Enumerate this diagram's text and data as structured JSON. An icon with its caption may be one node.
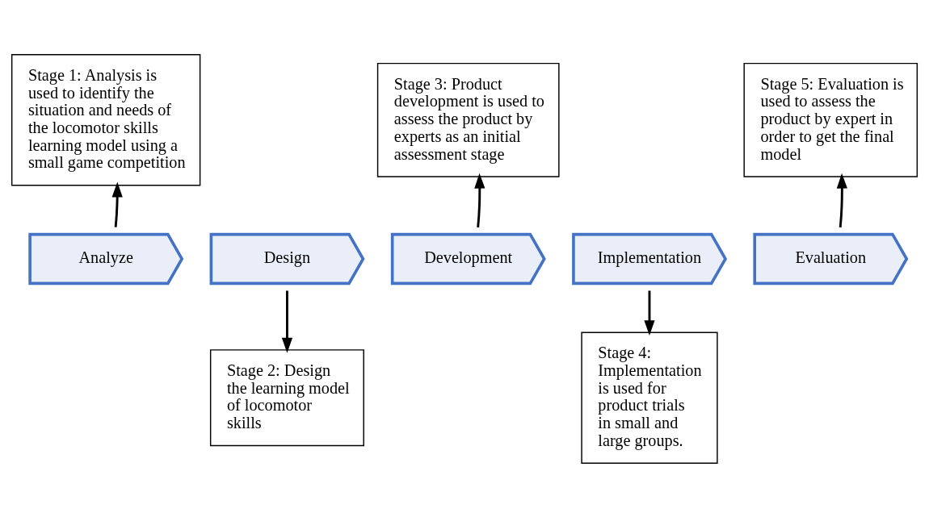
{
  "diagram": {
    "nodes": [
      {
        "text": [
          "Stage 1: Analysis is used to identify the situation and needs of the locomotor skills learning model using a small game competition"
        ]
      },
      {
        "text": [
          "Stage 3: Product development is used to assess the product by experts as an initial assessment stage"
        ]
      },
      {
        "text": [
          "Stage 5: Evaluation is used to assess the product by expert in order to get the final model"
        ]
      },
      {
        "text": [
          "Analyze"
        ]
      },
      {
        "text": [
          "Design"
        ]
      },
      {
        "text": [
          "Development"
        ]
      },
      {
        "text": [
          "Implementation"
        ]
      },
      {
        "text": [
          "Evaluation"
        ]
      },
      {
        "text": [
          "Stage 2: Design the learning model of locomotor skills"
        ]
      },
      {
        "text": [
          "Stage 4: Implementation is used for product trials in small and large groups."
        ]
      }
    ],
    "edges": [
      {
        "from": 3,
        "to": 0,
        "arrow": "to"
      },
      {
        "from": 4,
        "to": 8,
        "arrow": "to"
      },
      {
        "from": 5,
        "to": 1,
        "arrow": "to"
      },
      {
        "from": 6,
        "to": 9,
        "arrow": "to"
      },
      {
        "from": 7,
        "to": 2,
        "arrow": "to"
      }
    ]
  }
}
